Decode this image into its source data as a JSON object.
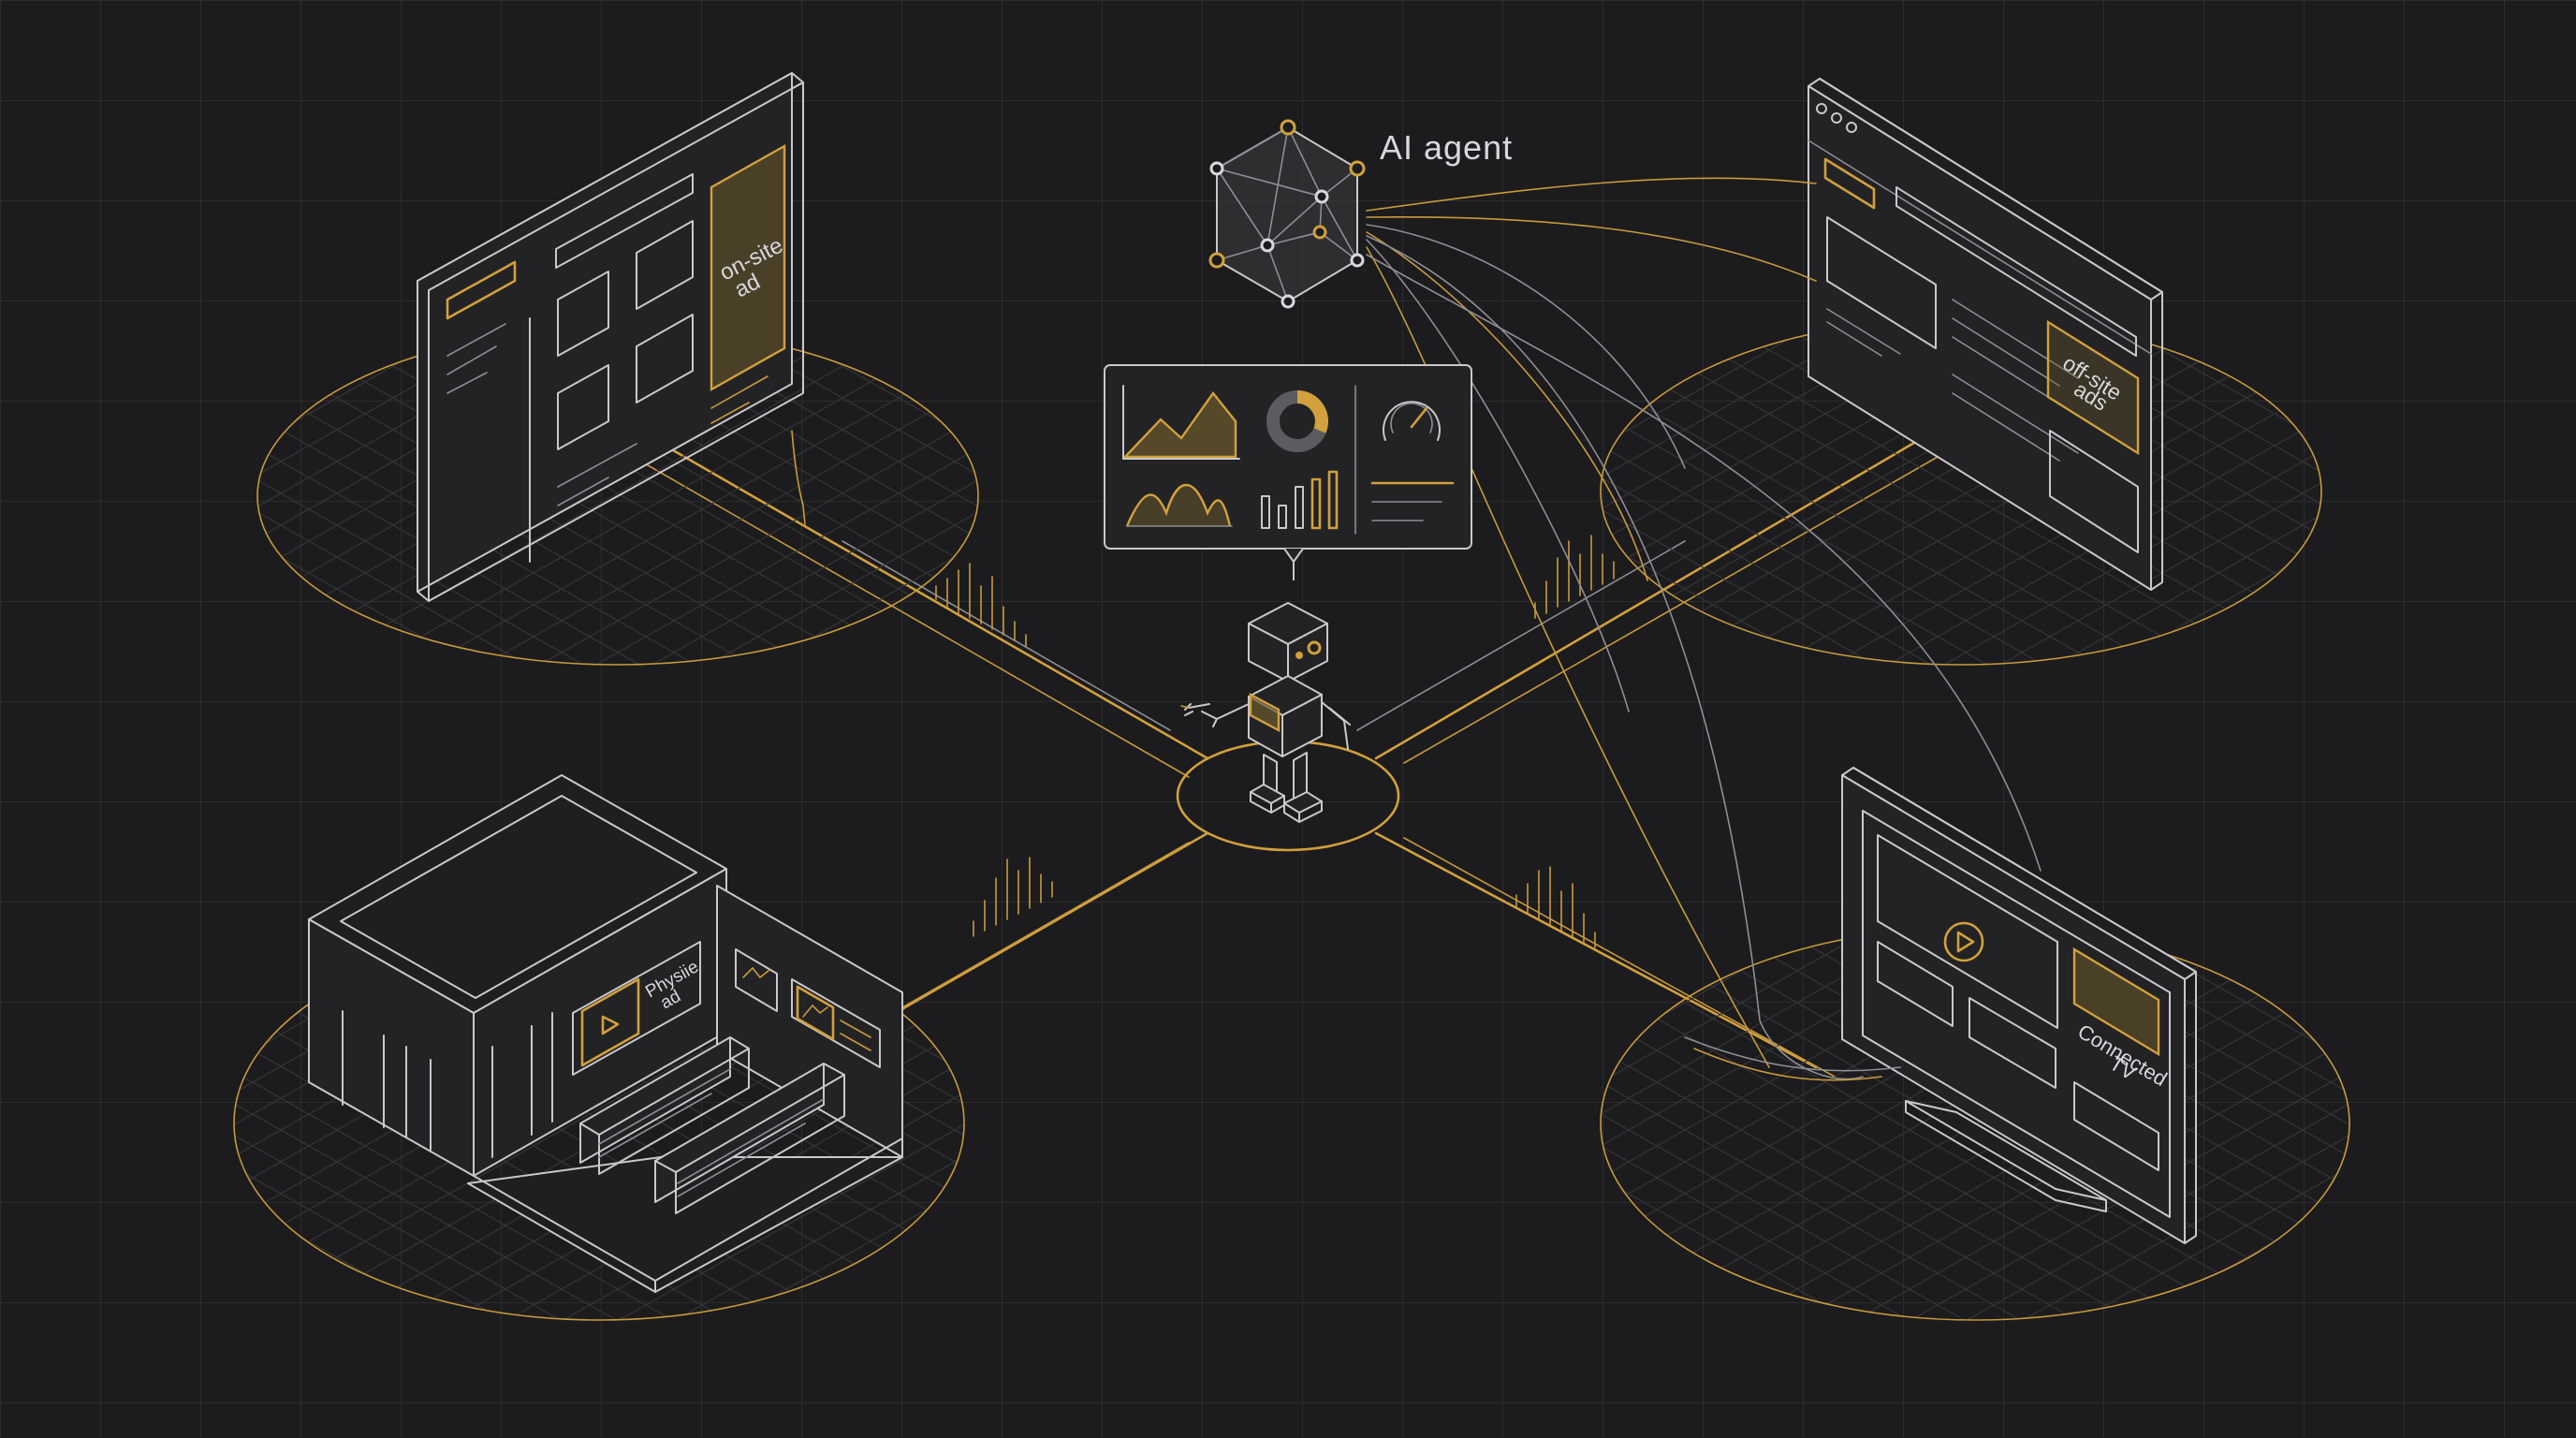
{
  "nodes": {
    "ai_agent": {
      "label": "AI agent"
    },
    "on_site": {
      "label_line1": "on-site",
      "label_line2": "ad"
    },
    "off_site": {
      "label_line1": "off-site",
      "label_line2": "ads"
    },
    "physical": {
      "label_line1": "Physiie",
      "label_line2": "ad"
    },
    "ctv": {
      "label_line1": "Connected",
      "label_line2": "TV"
    }
  },
  "colors": {
    "background": "#1c1c1e",
    "grid": "#2c2c2f",
    "line": "#c9c9cc",
    "accent_gold": "#d2a03c"
  },
  "icons": [
    "hexagon-network-icon",
    "robot-icon",
    "dashboard-icon",
    "line-chart-icon",
    "donut-chart-icon",
    "gauge-icon",
    "waveform-chart-icon",
    "bar-chart-icon",
    "play-icon",
    "store-building-icon",
    "tv-icon",
    "browser-window-icon"
  ]
}
